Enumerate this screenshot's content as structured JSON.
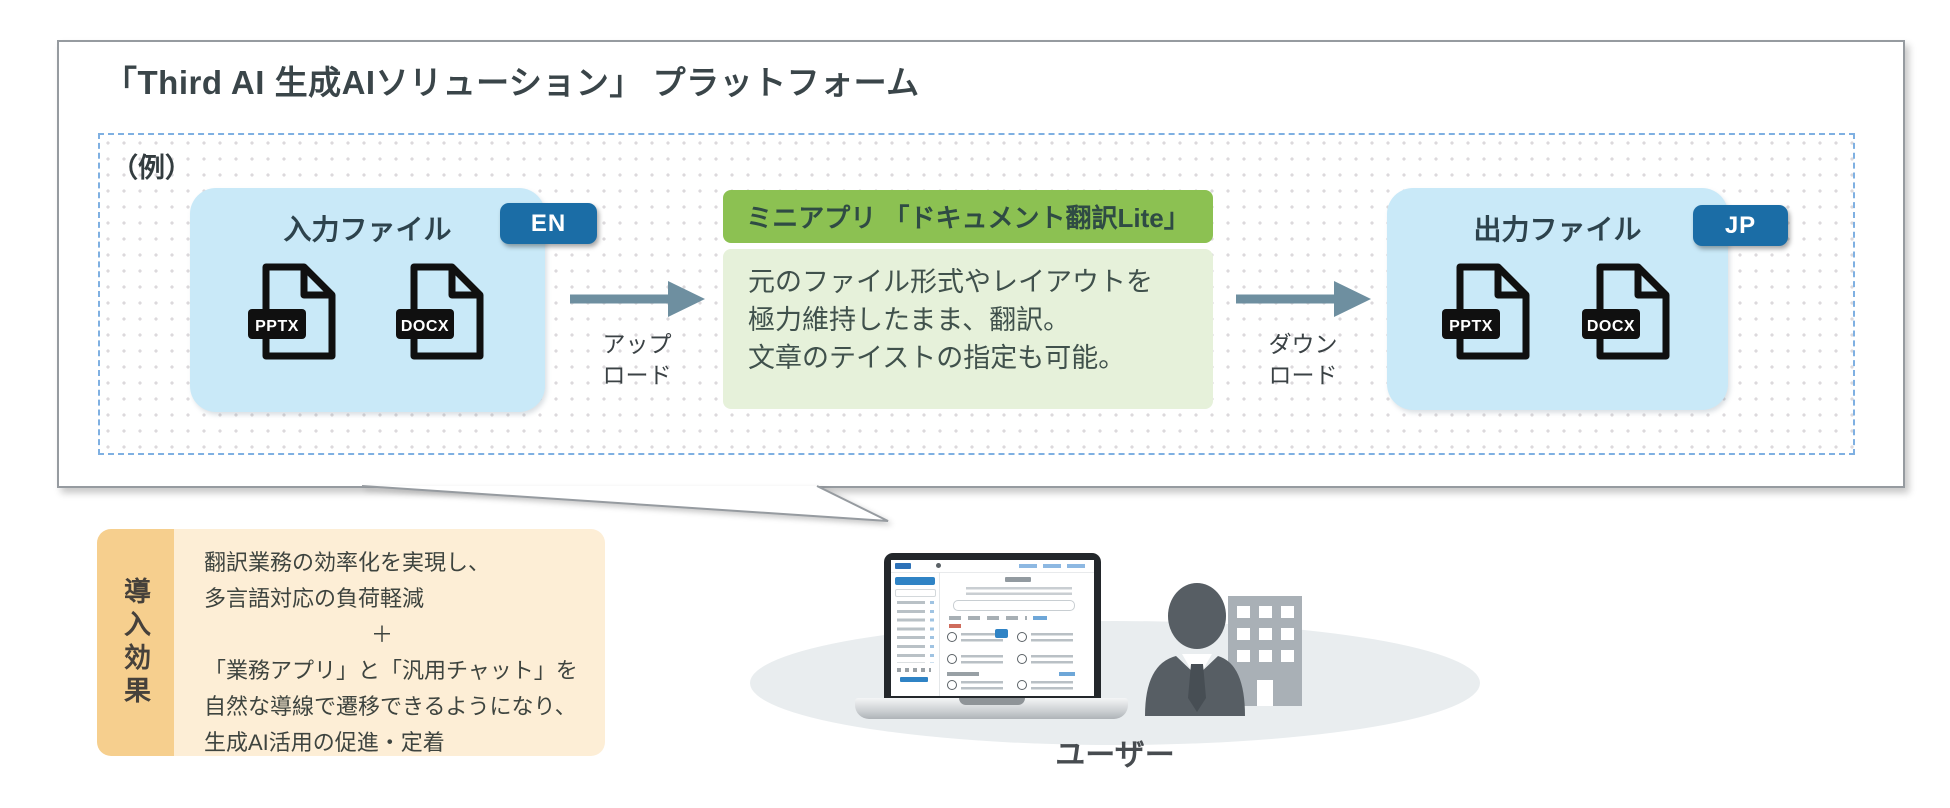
{
  "platform": {
    "title": "「Third AI 生成AIソリューション」 プラットフォーム",
    "example_label": "（例）"
  },
  "input_box": {
    "title": "入力ファイル",
    "badge": "EN",
    "files": [
      "PPTX",
      "DOCX"
    ]
  },
  "upload_arrow": {
    "label": [
      "アップ",
      "ロード"
    ]
  },
  "mini_app": {
    "header": "ミニアプリ 「ドキュメント翻訳Lite」",
    "body_lines": [
      "元のファイル形式やレイアウトを",
      "極力維持したまま、翻訳。",
      "文章のテイストの指定も可能。"
    ]
  },
  "download_arrow": {
    "label": [
      "ダウン",
      "ロード"
    ]
  },
  "output_box": {
    "title": "出力ファイル",
    "badge": "JP",
    "files": [
      "PPTX",
      "DOCX"
    ]
  },
  "benefits": {
    "label": "導入効果",
    "lines": [
      "翻訳業務の効率化を実現し、",
      "多言語対応の負荷軽減",
      "＋",
      "「業務アプリ」と「汎用チャット」を",
      "自然な導線で遷移できるようになり、",
      "生成AI活用の促進・定着"
    ]
  },
  "user_label": "ユーザー",
  "colors": {
    "light_blue_box": "#c9e9f8",
    "badge_blue": "#1b6da6",
    "green_header": "#8cc152",
    "green_body": "#e6f1da",
    "orange_label": "#f6cf8e",
    "orange_body": "#fdeed6",
    "arrow_gray_blue": "#6e8fa0",
    "dashed_border_blue": "#7fb0e2",
    "text_dark": "#3a4549"
  }
}
